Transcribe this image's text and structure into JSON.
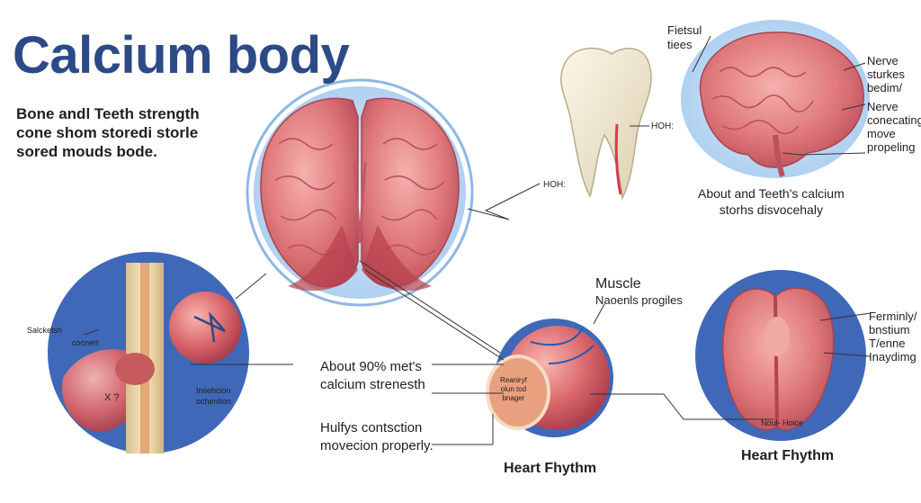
{
  "title": "Calcium body",
  "intro_lines": [
    "Bone andl Teeth strength",
    "cone shom storedi storle",
    "sored mouds bode."
  ],
  "tooth_labels": {
    "top_left_lines": [
      "Fietsul",
      "tiees"
    ],
    "hoh_right": "HOH:",
    "hoh_left": "HOH:"
  },
  "brain_right_labels": {
    "right_lines": [
      "Nerve",
      "sturkes",
      "bedim/",
      "Nerve",
      "conecating",
      "move",
      "propeling"
    ],
    "caption_lines": [
      "About and Teeth's calcium",
      "storhs disvocehaly"
    ]
  },
  "bone_labels": {
    "top_lines": [
      "Salcketsh",
      "cocnert"
    ],
    "x_label": "X ?",
    "right_lines": [
      "Insehcion",
      "ochenlton"
    ]
  },
  "muscle_labels": {
    "title": "Muscle",
    "subtitle": "Naoenls progiles",
    "about_lines": [
      "About 90% met's",
      "calcium strenesth"
    ],
    "hulfys_lines": [
      "Hulfys contsction",
      "movecion properly."
    ],
    "inner_lines": [
      "Reaniryf",
      "olun tod",
      "bnager"
    ],
    "caption": "Heart Fhythm"
  },
  "heart_labels": {
    "right_lines": [
      "Ferminly/",
      "bnstium",
      "T/enne",
      "Inaydimg"
    ],
    "inner": "Noul- Hoice",
    "caption": "Heart Fhythm"
  },
  "colors": {
    "title": "#2b4a86",
    "circle_blue": "#3f68b8",
    "circle_light": "#a9cdf0",
    "tissue": "#e07a7c",
    "tissue_dark": "#b24450",
    "bone": "#f1dfb8",
    "tooth": "#f3ecd8"
  }
}
